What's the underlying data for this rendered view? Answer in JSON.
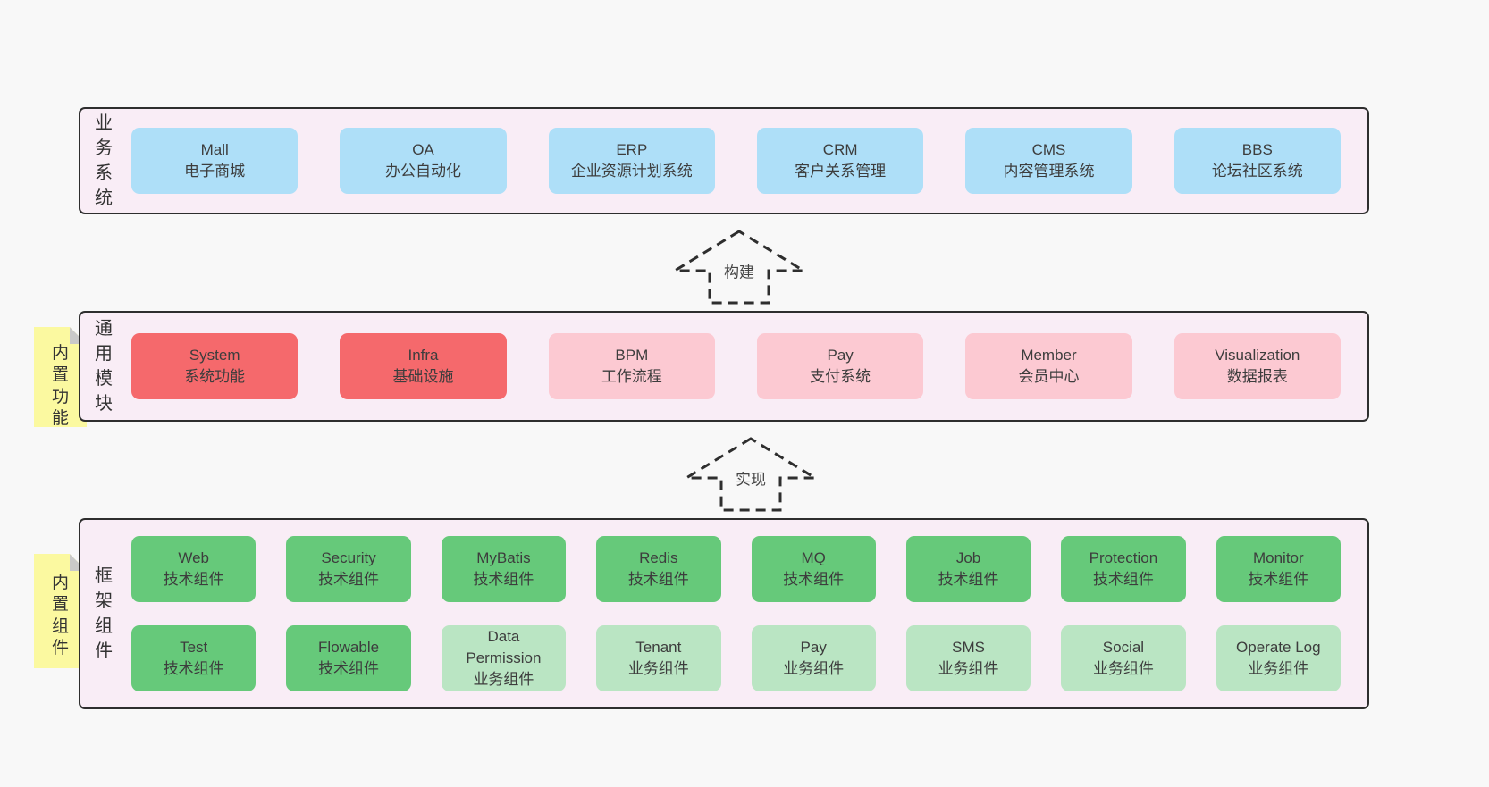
{
  "colors": {
    "bg": "#f8f8f8",
    "panel": "#f9edf6",
    "border": "#2e2e2e",
    "text": "#3d3d3d",
    "blue": "#aedff8",
    "red": "#f5696c",
    "pink": "#fcc9d2",
    "green": "#66c97a",
    "lightgreen": "#bae5c3",
    "yellow": "#fbf9a0",
    "fold": "#c9c9c9"
  },
  "arrows": [
    {
      "label": "构建"
    },
    {
      "label": "实现"
    }
  ],
  "layers": [
    {
      "label": "业务系统",
      "items": [
        {
          "name": "Mall",
          "desc": "电子商城",
          "variant": "blue"
        },
        {
          "name": "OA",
          "desc": "办公自动化",
          "variant": "blue"
        },
        {
          "name": "ERP",
          "desc": "企业资源计划系统",
          "variant": "blue"
        },
        {
          "name": "CRM",
          "desc": "客户关系管理",
          "variant": "blue"
        },
        {
          "name": "CMS",
          "desc": "内容管理系统",
          "variant": "blue"
        },
        {
          "name": "BBS",
          "desc": "论坛社区系统",
          "variant": "blue"
        }
      ]
    },
    {
      "label": "通用模块",
      "sticky": "内置功能",
      "items": [
        {
          "name": "System",
          "desc": "系统功能",
          "variant": "red"
        },
        {
          "name": "Infra",
          "desc": "基础设施",
          "variant": "red"
        },
        {
          "name": "BPM",
          "desc": "工作流程",
          "variant": "pink"
        },
        {
          "name": "Pay",
          "desc": "支付系统",
          "variant": "pink"
        },
        {
          "name": "Member",
          "desc": "会员中心",
          "variant": "pink"
        },
        {
          "name": "Visualization",
          "desc": "数据报表",
          "variant": "pink"
        }
      ]
    },
    {
      "label": "框架组件",
      "sticky": "内置组件",
      "rows": [
        [
          {
            "name": "Web",
            "desc": "技术组件",
            "variant": "green"
          },
          {
            "name": "Security",
            "desc": "技术组件",
            "variant": "green"
          },
          {
            "name": "MyBatis",
            "desc": "技术组件",
            "variant": "green"
          },
          {
            "name": "Redis",
            "desc": "技术组件",
            "variant": "green"
          },
          {
            "name": "MQ",
            "desc": "技术组件",
            "variant": "green"
          },
          {
            "name": "Job",
            "desc": "技术组件",
            "variant": "green"
          },
          {
            "name": "Protection",
            "desc": "技术组件",
            "variant": "green"
          },
          {
            "name": "Monitor",
            "desc": "技术组件",
            "variant": "green"
          }
        ],
        [
          {
            "name": "Test",
            "desc": "技术组件",
            "variant": "green"
          },
          {
            "name": "Flowable",
            "desc": "技术组件",
            "variant": "green"
          },
          {
            "name": "Data Permission",
            "desc": "业务组件",
            "variant": "lightgreen"
          },
          {
            "name": "Tenant",
            "desc": "业务组件",
            "variant": "lightgreen"
          },
          {
            "name": "Pay",
            "desc": "业务组件",
            "variant": "lightgreen"
          },
          {
            "name": "SMS",
            "desc": "业务组件",
            "variant": "lightgreen"
          },
          {
            "name": "Social",
            "desc": "业务组件",
            "variant": "lightgreen"
          },
          {
            "name": "Operate Log",
            "desc": "业务组件",
            "variant": "lightgreen"
          }
        ]
      ]
    }
  ]
}
